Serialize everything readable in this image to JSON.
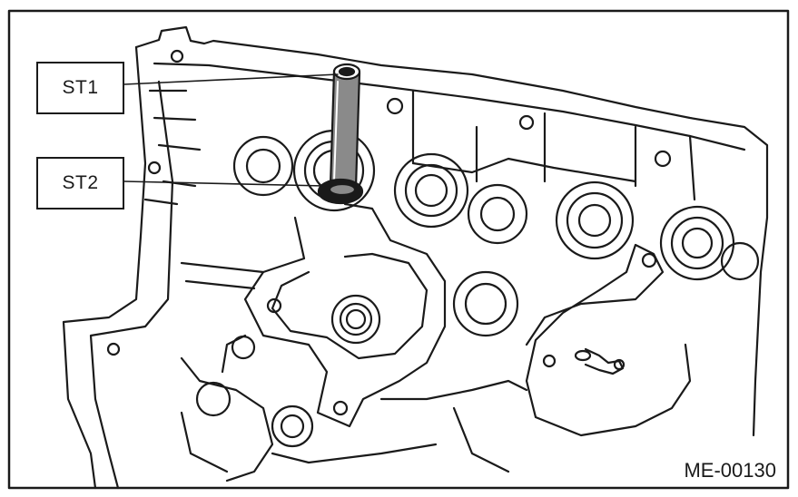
{
  "figure": {
    "id": "ME-00130",
    "labels": {
      "st1": "ST1",
      "st2": "ST2"
    }
  },
  "colors": {
    "ink": "#1a1a1a",
    "paper": "#ffffff",
    "tool_shade": "#8a8a8a"
  }
}
